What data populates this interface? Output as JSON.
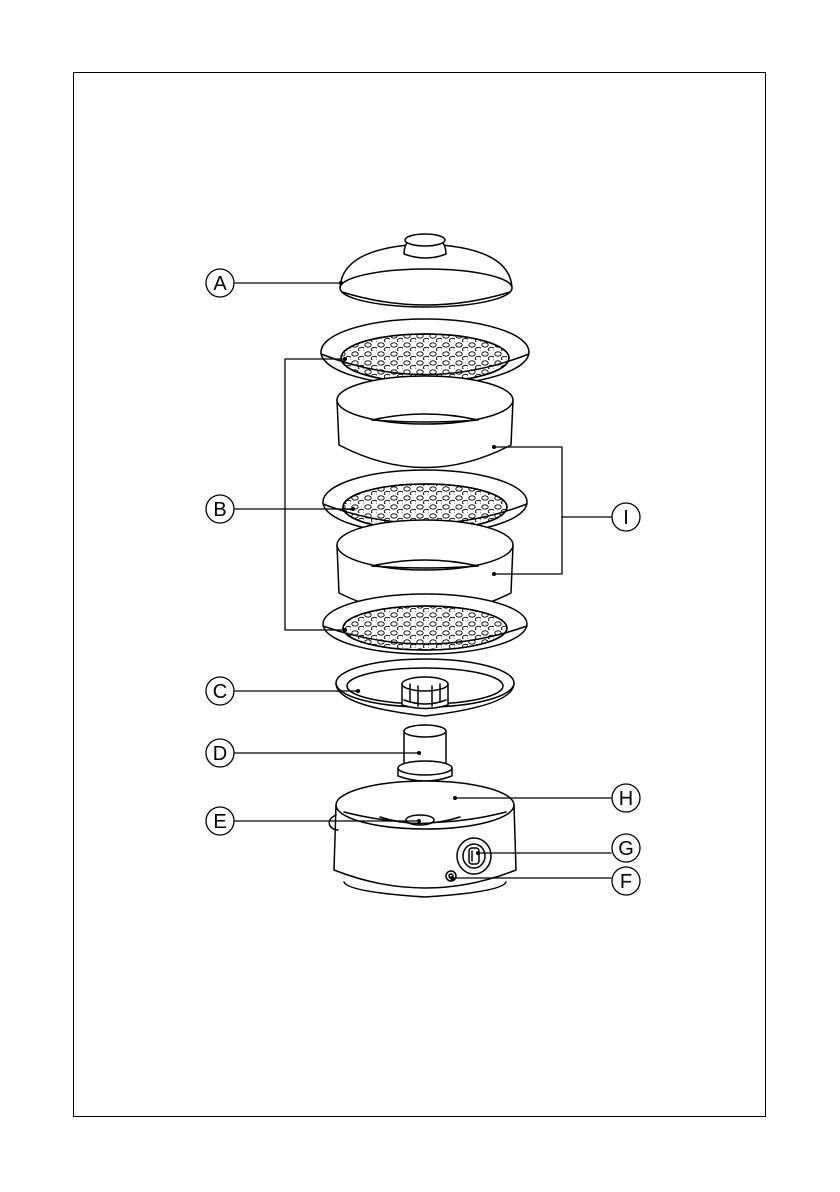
{
  "callouts": [
    {
      "id": "A",
      "letter": "A"
    },
    {
      "id": "B",
      "letter": "B"
    },
    {
      "id": "C",
      "letter": "C"
    },
    {
      "id": "D",
      "letter": "D"
    },
    {
      "id": "E",
      "letter": "E"
    },
    {
      "id": "F",
      "letter": "F"
    },
    {
      "id": "G",
      "letter": "G"
    },
    {
      "id": "H",
      "letter": "H"
    },
    {
      "id": "I",
      "letter": "I"
    }
  ]
}
